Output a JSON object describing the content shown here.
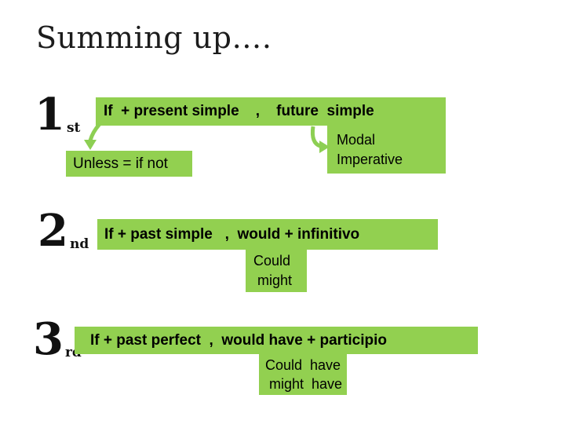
{
  "slide": {
    "title": "Summing up…."
  },
  "colors": {
    "background": "#ffffff",
    "box_green": "#92d050",
    "arrow_green": "#8dcf53",
    "text": "#000000",
    "title_text": "#1c1c1c"
  },
  "blocks": [
    {
      "ordinal": "1",
      "suffix": "st",
      "formula": "If  + present simple    ,    future  simple",
      "unless_note": "Unless = if not",
      "side_box_lines": [
        "Modal",
        "Imperative"
      ]
    },
    {
      "ordinal": "2",
      "suffix": "nd",
      "formula": "If + past simple   ,  would + infinitivo",
      "sub_box_lines": [
        "Could",
        " might"
      ]
    },
    {
      "ordinal": "3",
      "suffix": "rd",
      "formula": "If + past perfect  ,  would have + participio",
      "sub_box_lines": [
        "Could  have",
        " might  have"
      ]
    }
  ],
  "icons": {
    "down_arrow": "curved-down-arrow",
    "right_arrow": "curved-right-arrow"
  }
}
